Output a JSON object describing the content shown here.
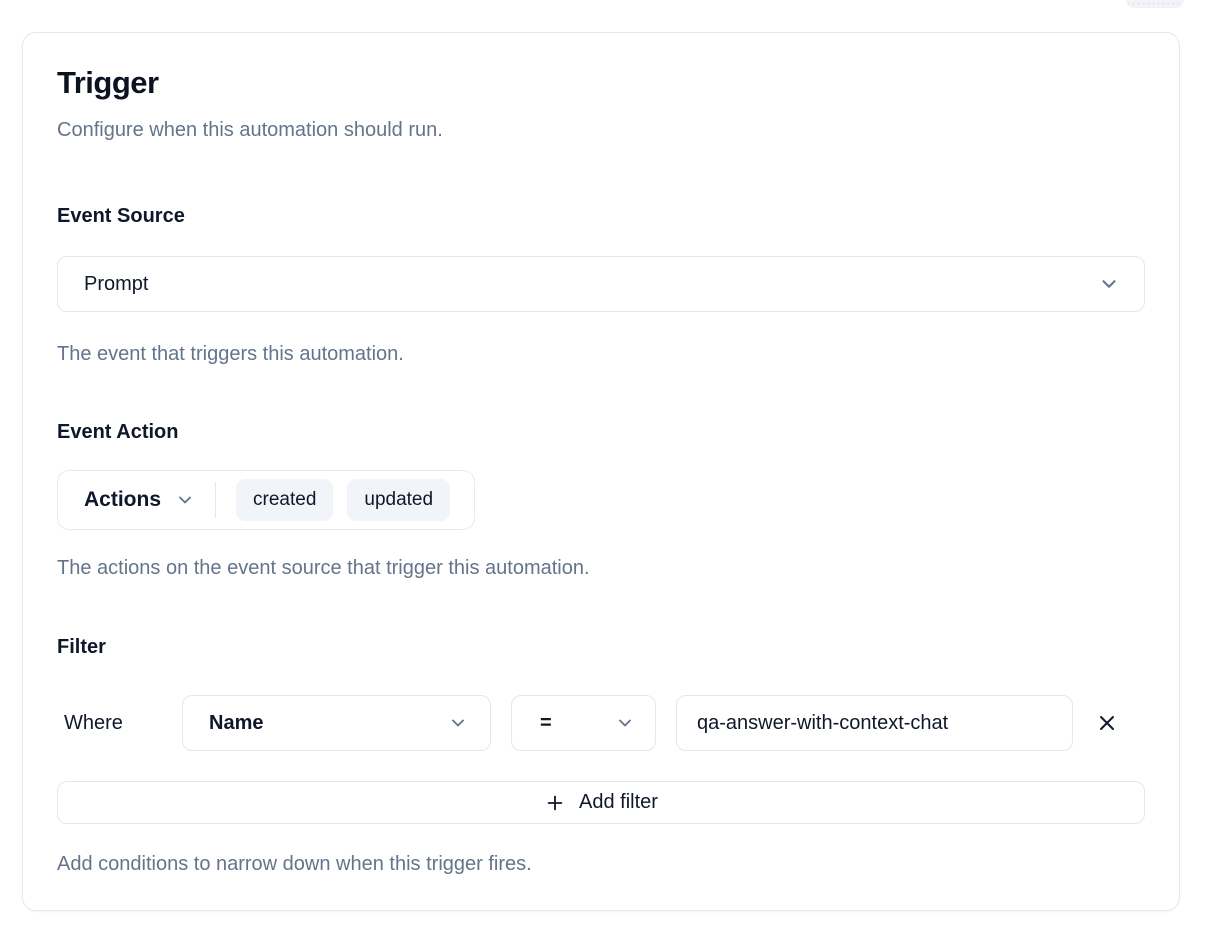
{
  "header": {
    "title": "Trigger",
    "subtitle": "Configure when this automation should run."
  },
  "event_source": {
    "label": "Event Source",
    "selected": "Prompt",
    "help": "The event that triggers this automation."
  },
  "event_action": {
    "label": "Event Action",
    "dropdown_label": "Actions",
    "selected_actions": [
      "created",
      "updated"
    ],
    "help": "The actions on the event source that trigger this automation."
  },
  "filter": {
    "label": "Filter",
    "where_label": "Where",
    "field_selected": "Name",
    "operator_selected": "=",
    "value": "qa-answer-with-context-chat",
    "add_button_label": "Add filter",
    "help": "Add conditions to narrow down when this trigger fires."
  },
  "icons": {
    "chevron_down": "chevron-down",
    "close": "close",
    "plus": "plus"
  },
  "colors": {
    "text_primary": "#0f172a",
    "text_muted": "#64748b",
    "border": "#e2e8f0",
    "badge_background": "#f1f5f9",
    "card_background": "#ffffff"
  }
}
